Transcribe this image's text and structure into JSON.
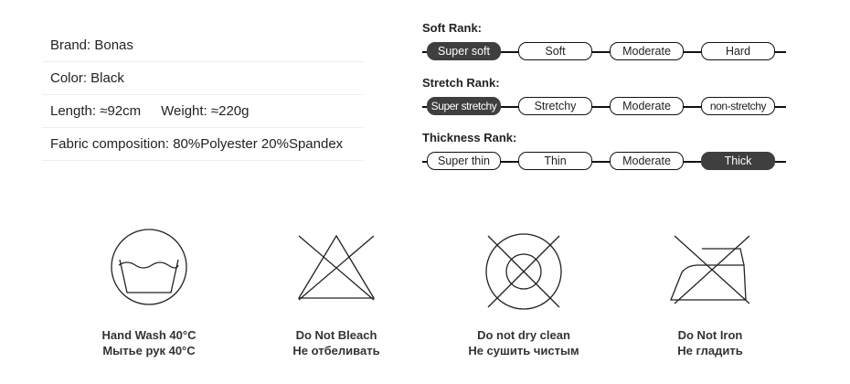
{
  "specs": {
    "brand": "Brand:  Bonas",
    "color": "Color:  Black",
    "length": "Length:  ≈92cm",
    "weight": "Weight:  ≈220g",
    "fabric": "Fabric composition:  80%Polyester   20%Spandex"
  },
  "ranks": [
    {
      "title": "Soft Rank:",
      "options": [
        "Super soft",
        "Soft",
        "Moderate",
        "Hard"
      ],
      "selected": "Super soft"
    },
    {
      "title": "Stretch Rank:",
      "options": [
        "Super stretchy",
        "Stretchy",
        "Moderate",
        "non-stretchy"
      ],
      "selected": "Super stretchy"
    },
    {
      "title": "Thickness Rank:",
      "options": [
        "Super thin",
        "Thin",
        "Moderate",
        "Thick"
      ],
      "selected": "Thick"
    }
  ],
  "colors": {
    "active_pill": "#3f3f3f",
    "line": "#111111",
    "text": "#222222"
  },
  "care": [
    {
      "icon": "hand-wash-40-icon",
      "en": "Hand Wash 40°C",
      "ru": "Мытье рук 40°C"
    },
    {
      "icon": "do-not-bleach-icon",
      "en": "Do Not Bleach",
      "ru": "Не отбеливать"
    },
    {
      "icon": "do-not-dry-clean-icon",
      "en": "Do not dry clean",
      "ru": "Не сушить чистым"
    },
    {
      "icon": "do-not-iron-icon",
      "en": "Do Not Iron",
      "ru": "Не гладить"
    }
  ]
}
